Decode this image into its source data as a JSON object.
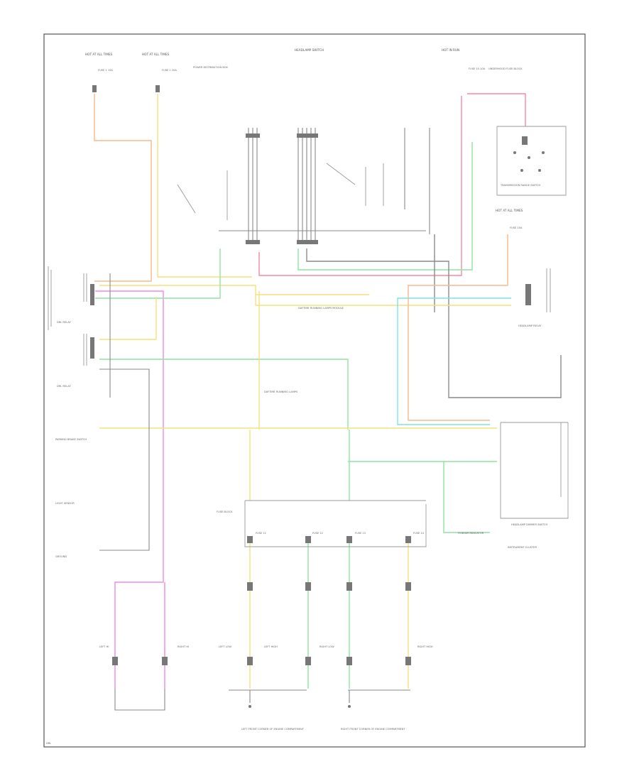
{
  "title": "Headlamps (Daytime Running Lights) wiring diagram",
  "colors": {
    "yellow": "#f4e27a",
    "green": "#8fe3a0",
    "pink": "#f58aa0",
    "magenta": "#ee8ae8",
    "cyan": "#7fe3e3",
    "orange": "#f7b98a",
    "gray": "#8a8a8a",
    "frame": "#555555"
  },
  "components": {
    "hot_top_left": "HOT AT ALL TIMES",
    "hot_top_left2": "HOT AT ALL TIMES",
    "fuse_1": "FUSE 1 15A",
    "fuse_2": "FUSE 2 20A",
    "fuse_panel_left": "POWER DISTRIBUTION BOX",
    "multifunction_switch": "HEADLAMP SWITCH",
    "hot_in_run": "HOT IN RUN",
    "fuse_cluster": "FUSE 10 10A",
    "underhood": "UNDERHOOD FUSE BLOCK",
    "transmission_range": "TRANSMISSION RANGE SWITCH",
    "hot_right": "HOT AT ALL TIMES",
    "fuse_right": "FUSE 15A",
    "headlamp_relay": "HEADLAMP RELAY",
    "drl_relay_left": "DRL RELAY",
    "drl_relay_left_b": "DRL RELAY",
    "drl_module": "DAYTIME RUNNING LAMPS MODULE",
    "daytime_note": "DAYTIME RUNNING LAMPS",
    "parking_brake": "PARKING BRAKE SWITCH",
    "light_sensor": "LIGHT SENSOR",
    "ground_note": "GROUND",
    "headlamp_switch": "HEADLAMP DIMMER SWITCH",
    "instrument_cluster": "INSTRUMENT CLUSTER",
    "hi_beam_indicator": "HI BEAM INDICATOR",
    "fuse_block": "FUSE BLOCK",
    "fuse_a": "FUSE 11",
    "fuse_b": "FUSE 12",
    "fuse_c": "FUSE 13",
    "fuse_d": "FUSE 14",
    "left_hi": "LEFT HI",
    "right_hi": "RIGHT HI",
    "left_lo": "LEFT LOW",
    "left_hi2": "LEFT HIGH",
    "right_lo": "RIGHT LOW",
    "right_hi2": "RIGHT HIGH",
    "left_ground": "LEFT FRONT CORNER OF ENGINE COMPARTMENT",
    "right_ground": "RIGHT FRONT CORNER OF ENGINE COMPARTMENT",
    "footer": "DRL"
  }
}
